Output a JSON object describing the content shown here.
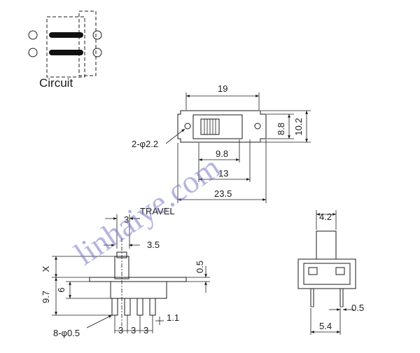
{
  "circuit": {
    "label": "Circuit"
  },
  "top_view": {
    "width_19": "19",
    "height_8_8": "8.8",
    "height_10_2": "10.2",
    "hole_label": "2-φ2.2",
    "span_9_8": "9.8",
    "span_13": "13",
    "span_23_5": "23.5"
  },
  "side_view": {
    "travel_label": "TRAVEL",
    "travel_value": "3",
    "actuator_width": "3.5",
    "x_label": "X",
    "height_9_7": "9.7",
    "height_6": "6",
    "thickness_0_5": "0.5",
    "pin_label": "8-φ0.5",
    "pitch_1": "3",
    "pitch_2": "3",
    "pitch_3": "3",
    "pin_offset": "1.1"
  },
  "end_view": {
    "width_4_2": "4.2",
    "pin_0_5": "0.5",
    "width_5_4": "5.4"
  },
  "watermark": "linhaiye.com"
}
